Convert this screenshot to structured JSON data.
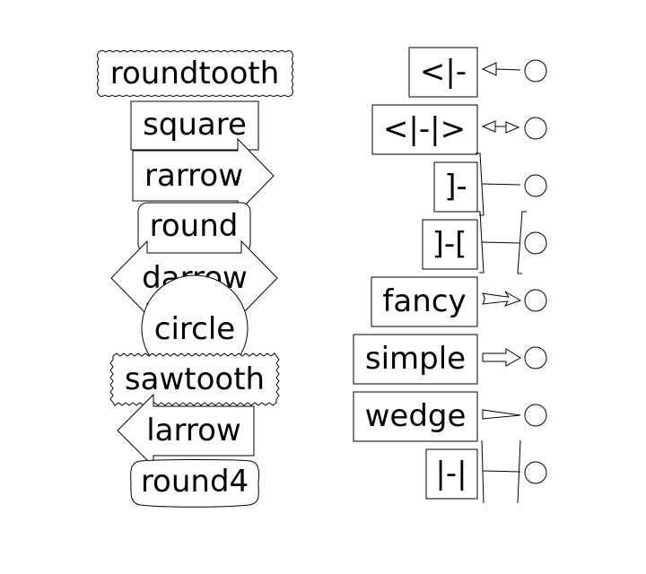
{
  "boxstyles": [
    {
      "id": "roundtooth",
      "label": "roundtooth"
    },
    {
      "id": "square",
      "label": "square"
    },
    {
      "id": "rarrow",
      "label": "rarrow"
    },
    {
      "id": "round",
      "label": "round"
    },
    {
      "id": "darrow",
      "label": "darrow"
    },
    {
      "id": "circle",
      "label": "circle"
    },
    {
      "id": "sawtooth",
      "label": "sawtooth"
    },
    {
      "id": "larrow",
      "label": "larrow"
    },
    {
      "id": "round4",
      "label": "round4"
    }
  ],
  "arrowstyles": [
    {
      "id": "left-triangle",
      "label": "<|-"
    },
    {
      "id": "double-triangle",
      "label": "<|-|>"
    },
    {
      "id": "bracket-a",
      "label": "]-"
    },
    {
      "id": "bracket-ab",
      "label": "]-["
    },
    {
      "id": "fancy",
      "label": "fancy"
    },
    {
      "id": "simple",
      "label": "simple"
    },
    {
      "id": "wedge",
      "label": "wedge"
    },
    {
      "id": "bar",
      "label": "|-|"
    }
  ],
  "colors": {
    "stroke": "#000000",
    "fill": "#ffffff",
    "background": "#ffffff"
  }
}
